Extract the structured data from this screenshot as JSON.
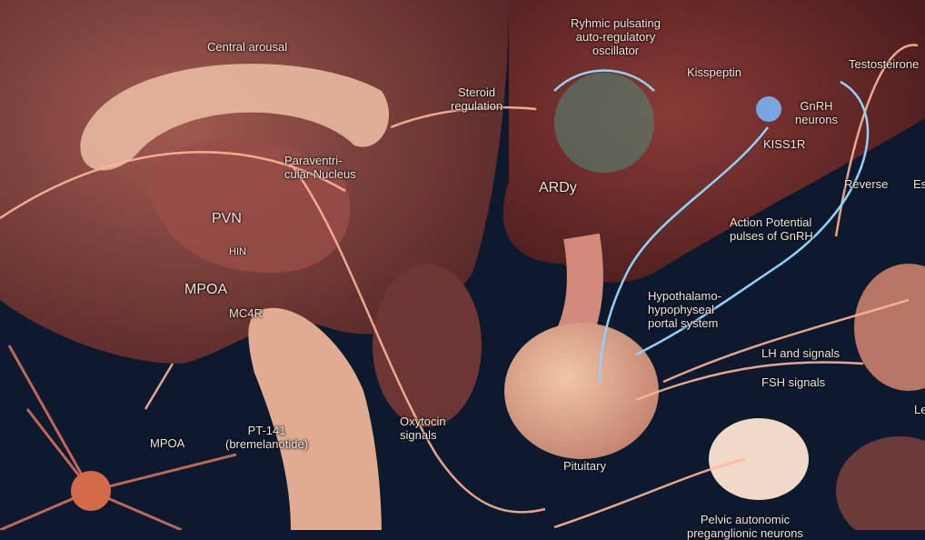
{
  "labels": {
    "central_arousal": "Central arousal",
    "steroid_regulation": [
      "Steroid",
      "regulation"
    ],
    "oscillator": [
      "Ryhmic pulsating",
      "auto-regulatory",
      "oscillator"
    ],
    "kisspeptin": "Kisspeptin",
    "testosterone": "Testosteirone",
    "gnrh_neurons": [
      "GnRH",
      "neurons"
    ],
    "kiss1r": "KISS1R",
    "reverse": "Reverse",
    "es": "Es",
    "ardy": "ARDy",
    "action_potential": [
      "Action Potential",
      "pulses of GnRH"
    ],
    "paraventricular": [
      "Paraventri-",
      "cular Nucleus"
    ],
    "pvn": "PVN",
    "hin": "HIN",
    "mpoa_upper": "MPOA",
    "mc4r": "MC4R",
    "portal_system": [
      "Hypothalamo-",
      "hypophyseal",
      "portal system"
    ],
    "lh_signals": "LH and signals",
    "fsh_signals": "FSH signals",
    "ley": "Ley",
    "pt141": [
      "PT-141",
      "(bremelanotide)"
    ],
    "mpoa_lower": "MPOA",
    "oxytocin": [
      "Oxytocin",
      "signals"
    ],
    "pituitary": "Pituitary",
    "pelvic": [
      "Pelvic autonomic",
      "preganglionic neurons"
    ]
  },
  "colors": {
    "background": "#0d1a2e",
    "brain_tissue": "#8a4a44",
    "neural_signal": "#ffb49a",
    "gnrh_signal": "#8fd4ff"
  }
}
